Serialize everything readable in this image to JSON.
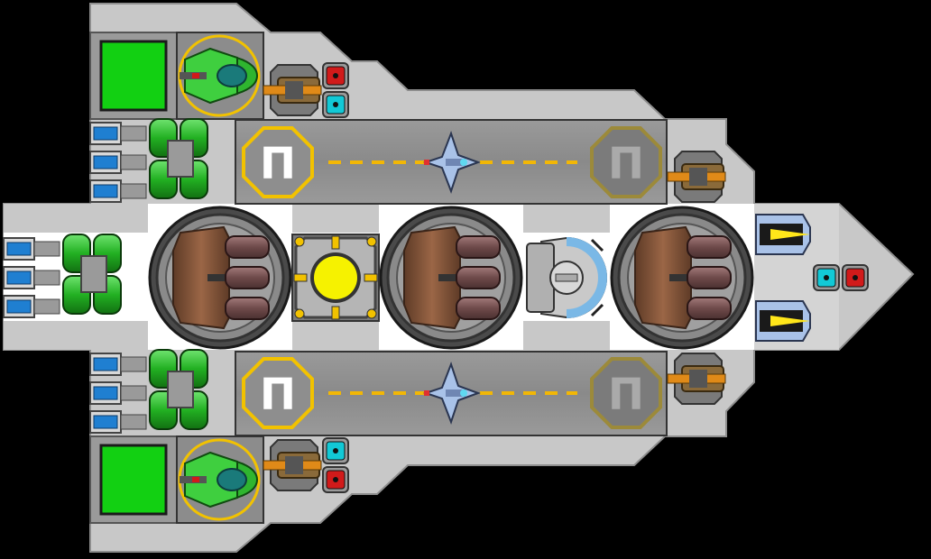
{
  "scene": "ship-schematic",
  "colors": {
    "background": "#000000",
    "hull": "#c8c8c8",
    "hull_edge": "#9a9a9a",
    "floor": "#ffffff",
    "hangar": "#8c8c8c",
    "hangar_stripe": "#f2b705",
    "pad_yellow": "#f2c200",
    "pad_grey": "#7b7b7b",
    "green_module": "#22c722",
    "green_dark": "#148a14",
    "tank_copper": "#8a5a3c",
    "tank_copper_dark": "#5e3b27",
    "canister": "#6e4a4a",
    "turret_ring": "#5a5a5a",
    "reactor_core": "#f6f200",
    "shield_blue": "#7ab8e6",
    "thruster_blue": "#1f7fd1",
    "cyan_node": "#12c9d6",
    "red_node": "#d11a1a",
    "gun_orange": "#e08a18",
    "ship_blue": "#a9c2e8",
    "engine_yellow": "#ffe61a"
  },
  "hangars": [
    {
      "id": "top",
      "pad_left_glyph": "Π",
      "pad_right_glyph": "Π"
    },
    {
      "id": "bottom",
      "pad_left_glyph": "Π",
      "pad_right_glyph": "Π"
    }
  ],
  "modules": {
    "reactor": "reactor-core",
    "shield": "shield-generator",
    "tanks": [
      "fuel-tank-1",
      "fuel-tank-2",
      "fuel-tank-3"
    ]
  }
}
